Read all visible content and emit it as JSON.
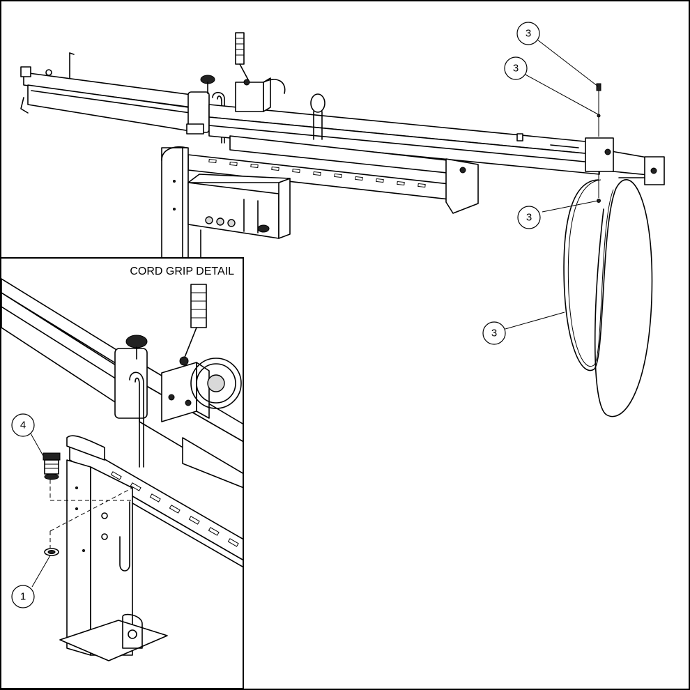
{
  "detail": {
    "title": "CORD GRIP DETAIL"
  },
  "callouts": [
    {
      "id": "c3a",
      "label": "3"
    },
    {
      "id": "c3b",
      "label": "3"
    },
    {
      "id": "c3c",
      "label": "3"
    },
    {
      "id": "c3d",
      "label": "3"
    },
    {
      "id": "c4",
      "label": "4"
    },
    {
      "id": "c1",
      "label": "1"
    }
  ]
}
